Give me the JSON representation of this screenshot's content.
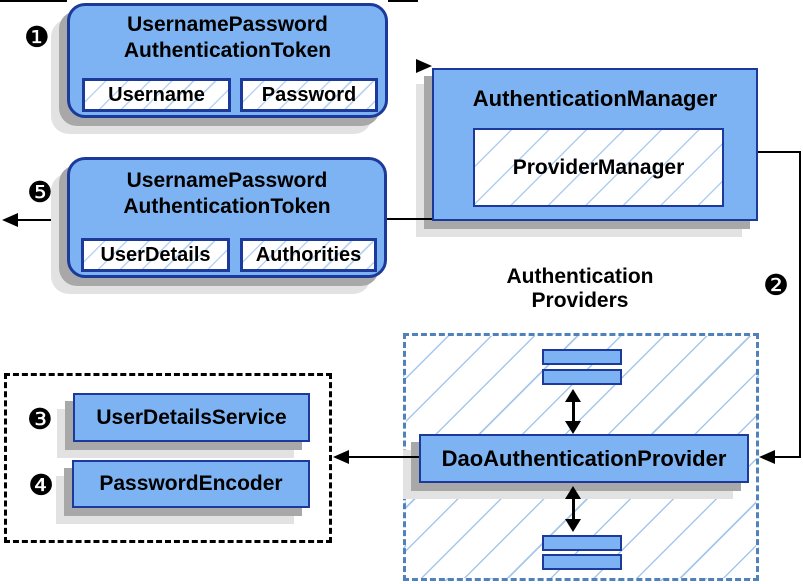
{
  "steps": {
    "s1": "❶",
    "s2": "❷",
    "s3": "❸",
    "s4": "❹",
    "s5": "❺"
  },
  "request_token": {
    "title_line1": "UsernamePassword",
    "title_line2": "AuthenticationToken",
    "field1": "Username",
    "field2": "Password"
  },
  "response_token": {
    "title_line1": "UsernamePassword",
    "title_line2": "AuthenticationToken",
    "field1": "UserDetails",
    "field2": "Authorities"
  },
  "authentication_manager": {
    "title": "AuthenticationManager",
    "inner": "ProviderManager"
  },
  "providers": {
    "heading_line1": "Authentication",
    "heading_line2": "Providers",
    "main_provider": "DaoAuthenticationProvider"
  },
  "services": {
    "service1": "UserDetailsService",
    "service2": "PasswordEncoder"
  },
  "colors": {
    "box_fill": "#7db3f2",
    "box_border": "#1b3a9b",
    "hatch_line": "#aecdf1",
    "dashed_blue_border": "#4f81bd",
    "shadow_dark": "#a8a8a8",
    "shadow_light": "#e2e2e2",
    "line_black": "#000000"
  }
}
